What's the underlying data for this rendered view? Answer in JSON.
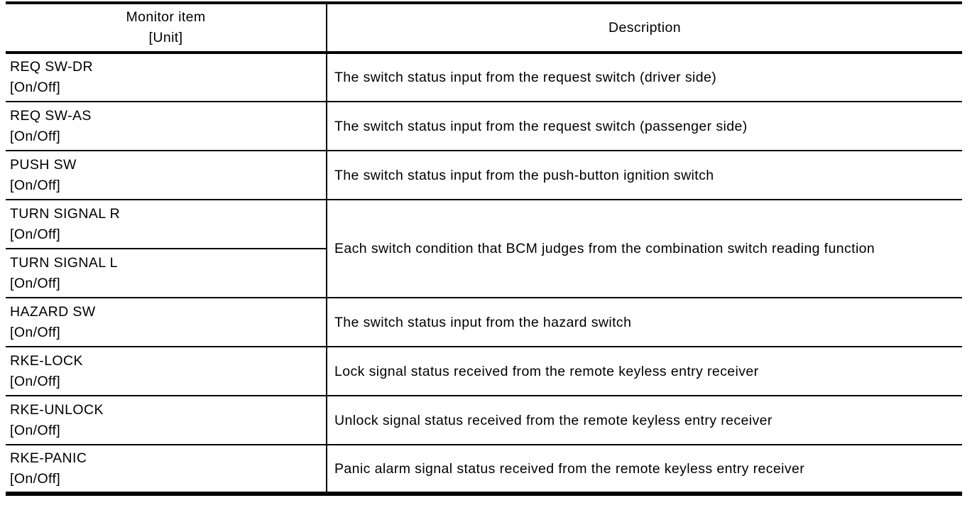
{
  "colors": {
    "background": "#ffffff",
    "text": "#000000",
    "border": "#000000"
  },
  "table": {
    "header": {
      "col1_line1": "Monitor item",
      "col1_line2": "[Unit]",
      "col2": "Description"
    },
    "rows": [
      {
        "item": "REQ SW-DR",
        "unit": "[On/Off]",
        "desc": "The switch status input from the request switch (driver side)"
      },
      {
        "item": "REQ SW-AS",
        "unit": "[On/Off]",
        "desc": "The switch status input from the request switch (passenger side)"
      },
      {
        "item": "PUSH SW",
        "unit": "[On/Off]",
        "desc": "The switch status input from the push-button ignition switch"
      },
      {
        "item": "TURN SIGNAL R",
        "unit": "[On/Off]",
        "desc": "Each switch condition that BCM judges from the combination switch reading function"
      },
      {
        "item": "TURN SIGNAL L",
        "unit": "[On/Off]"
      },
      {
        "item": "HAZARD SW",
        "unit": "[On/Off]",
        "desc": "The switch status input from the hazard switch"
      },
      {
        "item": "RKE-LOCK",
        "unit": "[On/Off]",
        "desc": "Lock signal status received from the remote keyless entry receiver"
      },
      {
        "item": "RKE-UNLOCK",
        "unit": "[On/Off]",
        "desc": "Unlock signal status received from the remote keyless entry receiver"
      },
      {
        "item": "RKE-PANIC",
        "unit": "[On/Off]",
        "desc": "Panic alarm signal status received from the remote keyless entry receiver"
      }
    ]
  }
}
